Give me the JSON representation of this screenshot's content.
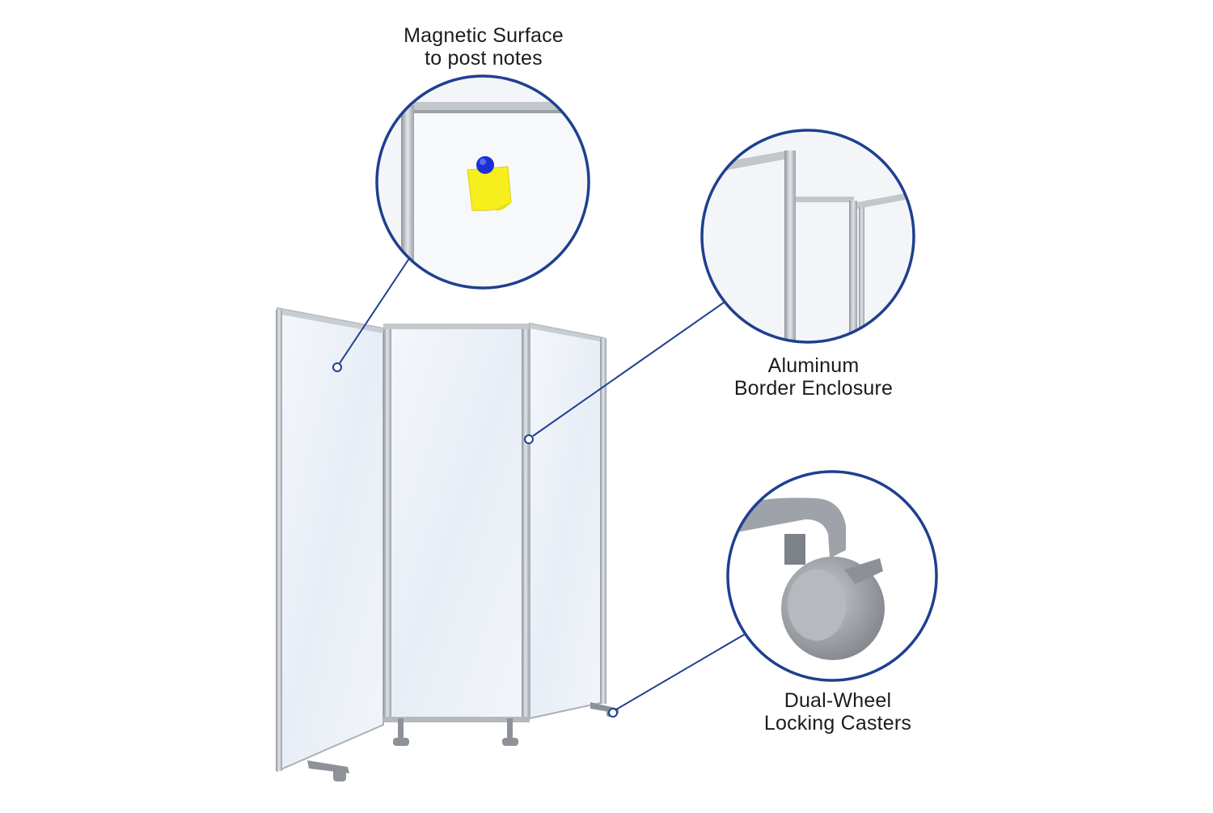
{
  "callouts": {
    "magnetic": {
      "line1": "Magnetic Surface",
      "line2": "to post notes",
      "icon": "sticky-note-with-magnet"
    },
    "aluminum": {
      "line1": "Aluminum",
      "line2": "Border Enclosure",
      "icon": "aluminum-frame-corner"
    },
    "casters": {
      "line1": "Dual-Wheel",
      "line2": "Locking Casters",
      "icon": "locking-caster-wheel"
    }
  },
  "colors": {
    "callout_ring": "#1f3f8f",
    "frame": "#b9bec4",
    "board": "#eef2f7",
    "note": "#f7ef1d",
    "magnet": "#1a2fd6"
  }
}
